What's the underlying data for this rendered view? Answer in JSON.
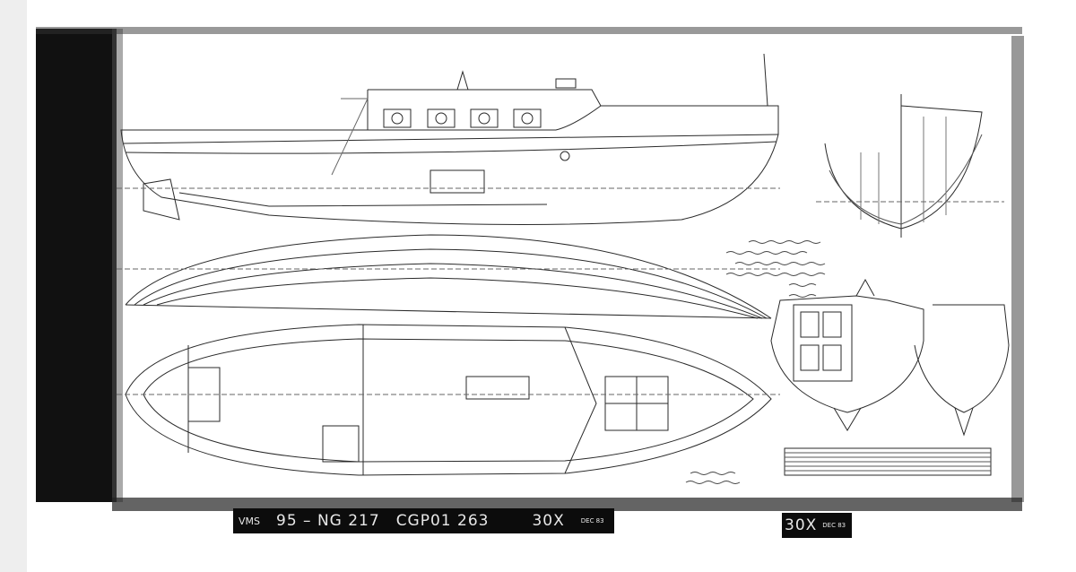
{
  "drawing": {
    "colors": {
      "ink": "#2a2a2a",
      "paper": "#ffffff",
      "border": "#0c0c0c"
    }
  },
  "film_strip": {
    "archive": "VMS",
    "number": "95 – NG 217",
    "code": "CGP01 263",
    "reduction": "30X",
    "date": "DEC 83"
  },
  "film_strip_2": {
    "reduction": "30X",
    "date": "DEC 83"
  }
}
